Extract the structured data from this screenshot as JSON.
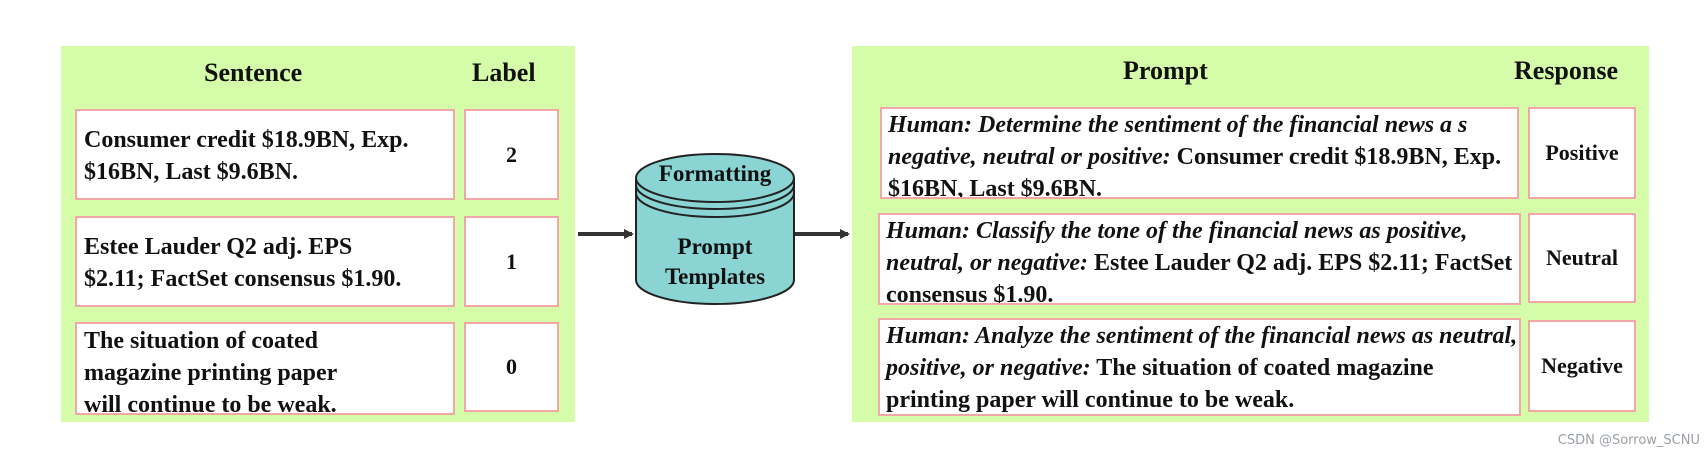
{
  "left_table": {
    "header_sentence": "Sentence",
    "header_label": "Label",
    "rows": [
      {
        "sentence": "Consumer credit $18.9BN, Exp.\n$16BN, Last $9.6BN.",
        "label": "2"
      },
      {
        "sentence": "Estee Lauder Q2 adj. EPS\n$2.11; FactSet consensus $1.90.",
        "label": "1"
      },
      {
        "sentence": "The situation of coated\nmagazine printing paper\nwill continue to be weak.",
        "label": "0"
      }
    ]
  },
  "cylinder": {
    "top_text": "Formatting",
    "body_text_line1": "Prompt",
    "body_text_line2": "Templates",
    "fill": "#8ad4d4"
  },
  "right_table": {
    "header_prompt": "Prompt",
    "header_response": "Response",
    "rows": [
      {
        "instruction": "Human: Determine the sentiment of the financial news a s negative, neutral or positive:",
        "sentence": " Consumer credit $18.9BN, Exp. $16BN, Last $9.6BN.",
        "response": "Positive"
      },
      {
        "instruction": "Human: Classify the tone of the financial news as positive, neutral, or negative:",
        "sentence": " Estee Lauder Q2 adj. EPS $2.11; FactSet consensus $1.90.",
        "response": "Neutral"
      },
      {
        "instruction": "Human: Analyze the sentiment of the financial news as neutral, positive, or negative:",
        "sentence": " The situation of coated magazine printing paper will  continue to be weak.",
        "response": "Negative"
      }
    ]
  },
  "colors": {
    "panel_fill": "#d5fca8",
    "cell_border": "#f2a6a6",
    "arrow": "#333333"
  },
  "watermark": "CSDN @Sorrow_SCNU"
}
